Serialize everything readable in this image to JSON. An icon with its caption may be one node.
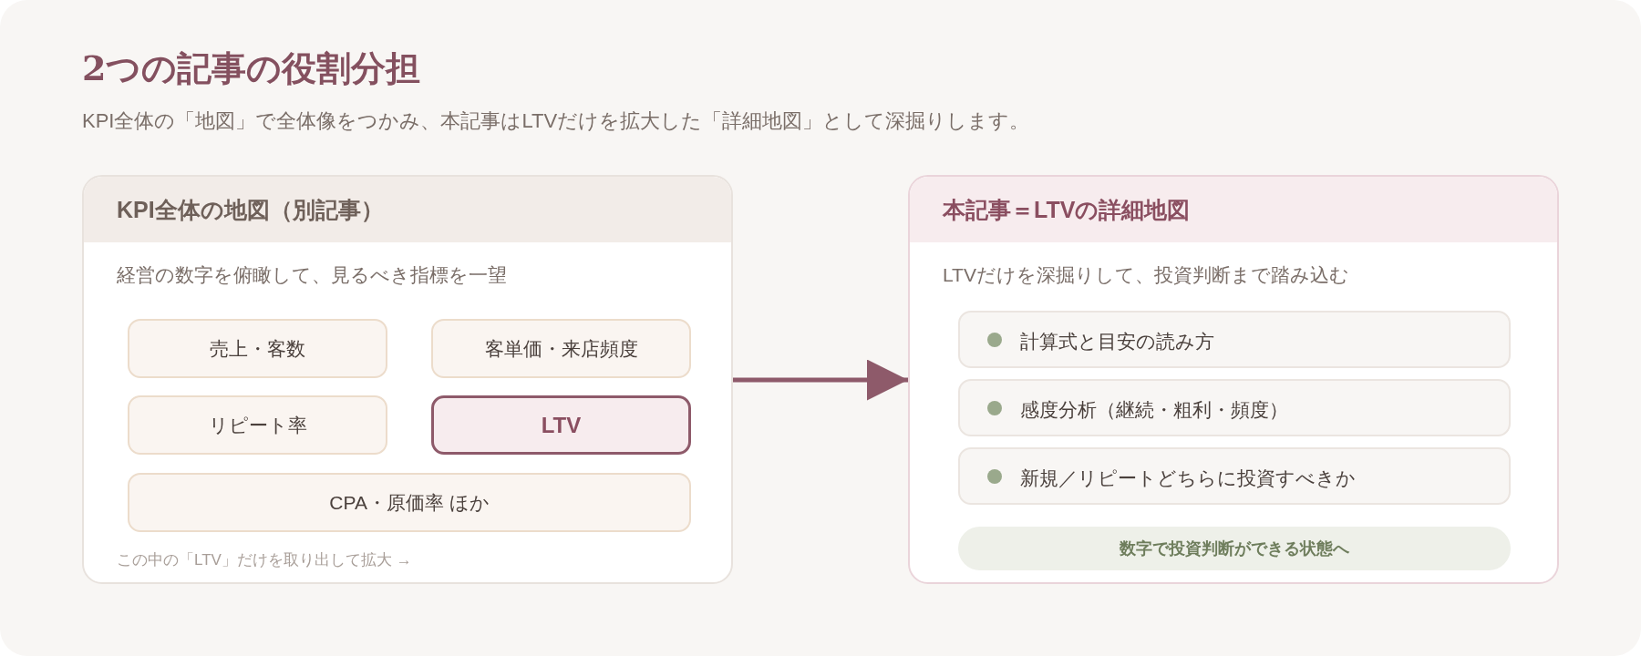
{
  "diagram": {
    "title": "2つの記事の役割分担",
    "labels": [
      "KPI全体の「地図」で全体像をつかみ、本記事はLTVだけを拡大した「詳細地図」として深掘りします。"
    ],
    "nodes": [
      {
        "text": [
          "KPI全体の地図（別記事）",
          "経営の数字を俯瞰して、見るべき指標を一望",
          "この中の「LTV」だけを取り出して拡大 →"
        ]
      },
      {
        "text": [
          "売上・客数"
        ],
        "in": 0
      },
      {
        "text": [
          "客単価・来店頻度"
        ],
        "in": 0
      },
      {
        "text": [
          "リピート率"
        ],
        "in": 0
      },
      {
        "text": [
          "LTV"
        ],
        "in": 0
      },
      {
        "text": [
          "CPA・原価率 ほか"
        ],
        "in": 0
      },
      {
        "text": [
          "本記事＝LTVの詳細地図",
          "LTVだけを深掘りして、投資判断まで踏み込む"
        ]
      },
      {
        "text": [
          "計算式と目安の読み方"
        ],
        "in": 6
      },
      {
        "text": [
          "感度分析（継続・粗利・頻度）"
        ],
        "in": 6
      },
      {
        "text": [
          "新規／リピートどちらに投資すべきか"
        ],
        "in": 6
      },
      {
        "text": [
          "数字で投資判断ができる状態へ"
        ],
        "in": 6
      }
    ],
    "edges": [
      {
        "from": 0,
        "to": 6,
        "arrow": "to"
      }
    ]
  }
}
